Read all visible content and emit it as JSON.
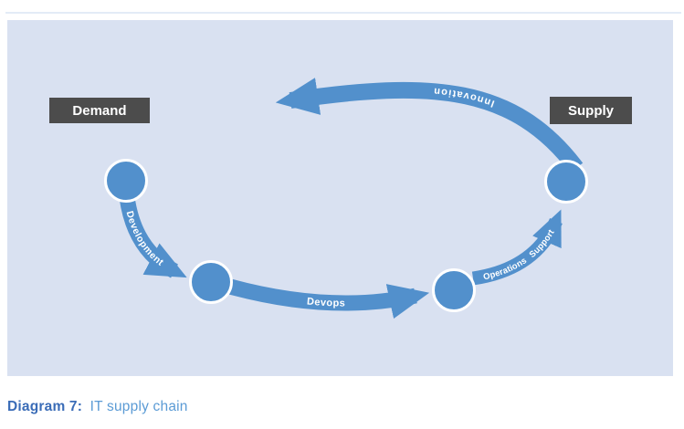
{
  "colors": {
    "page_bg": "#FFFFFF",
    "top_rule": "#E3EBF7",
    "panel_bg": "#D9E1F1",
    "accent_blue": "#5290CC",
    "node_ring": "#FFFFFF",
    "label_box_bg": "#4C4C4C",
    "label_text": "#FFFFFF",
    "arrow_label_text": "#FFFFFF",
    "caption_strong": "#3A6CB7",
    "caption_light": "#5B9BD5"
  },
  "diagram": {
    "demand_label": "Demand",
    "supply_label": "Supply",
    "arrows": [
      {
        "label": "Development"
      },
      {
        "label": "Devops"
      },
      {
        "label": "Operations Support"
      },
      {
        "label": "Innovation"
      }
    ]
  },
  "caption": {
    "prefix": "Diagram 7:",
    "text": "IT supply chain"
  }
}
